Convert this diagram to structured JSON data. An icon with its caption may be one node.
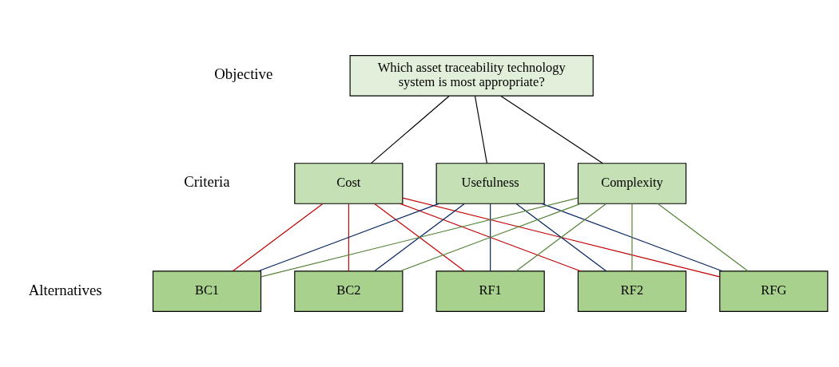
{
  "diagram": {
    "nodes": [
      {
        "text": [
          "Which asset traceability technology system is most appropriate?"
        ]
      },
      {
        "text": [
          "Cost"
        ]
      },
      {
        "text": [
          "Usefulness"
        ]
      },
      {
        "text": [
          "Complexity"
        ]
      },
      {
        "text": [
          "BC1"
        ]
      },
      {
        "text": [
          "BC2"
        ]
      },
      {
        "text": [
          "RF1"
        ]
      },
      {
        "text": [
          "RF2"
        ]
      },
      {
        "text": [
          "RFG"
        ]
      }
    ],
    "edges": [
      {
        "from": 0,
        "to": 1,
        "arrow": "none",
        "color": "#000000"
      },
      {
        "from": 0,
        "to": 2,
        "arrow": "none",
        "color": "#000000"
      },
      {
        "from": 0,
        "to": 3,
        "arrow": "none",
        "color": "#000000"
      },
      {
        "from": 1,
        "to": 4,
        "arrow": "none",
        "color": "#c00000"
      },
      {
        "from": 1,
        "to": 5,
        "arrow": "none",
        "color": "#c00000"
      },
      {
        "from": 1,
        "to": 6,
        "arrow": "none",
        "color": "#c00000"
      },
      {
        "from": 1,
        "to": 7,
        "arrow": "none",
        "color": "#c00000"
      },
      {
        "from": 1,
        "to": 8,
        "arrow": "none",
        "color": "#c00000"
      },
      {
        "from": 2,
        "to": 4,
        "arrow": "none",
        "color": "#002060"
      },
      {
        "from": 2,
        "to": 5,
        "arrow": "none",
        "color": "#002060"
      },
      {
        "from": 2,
        "to": 6,
        "arrow": "none",
        "color": "#002060"
      },
      {
        "from": 2,
        "to": 7,
        "arrow": "none",
        "color": "#002060"
      },
      {
        "from": 2,
        "to": 8,
        "arrow": "none",
        "color": "#002060"
      },
      {
        "from": 3,
        "to": 4,
        "arrow": "none",
        "color": "#548235"
      },
      {
        "from": 3,
        "to": 5,
        "arrow": "none",
        "color": "#548235"
      },
      {
        "from": 3,
        "to": 6,
        "arrow": "none",
        "color": "#548235"
      },
      {
        "from": 3,
        "to": 7,
        "arrow": "none",
        "color": "#548235"
      },
      {
        "from": 3,
        "to": 8,
        "arrow": "none",
        "color": "#548235"
      }
    ],
    "labels": [
      "Objective",
      "Criteria",
      "Alternatives"
    ]
  }
}
